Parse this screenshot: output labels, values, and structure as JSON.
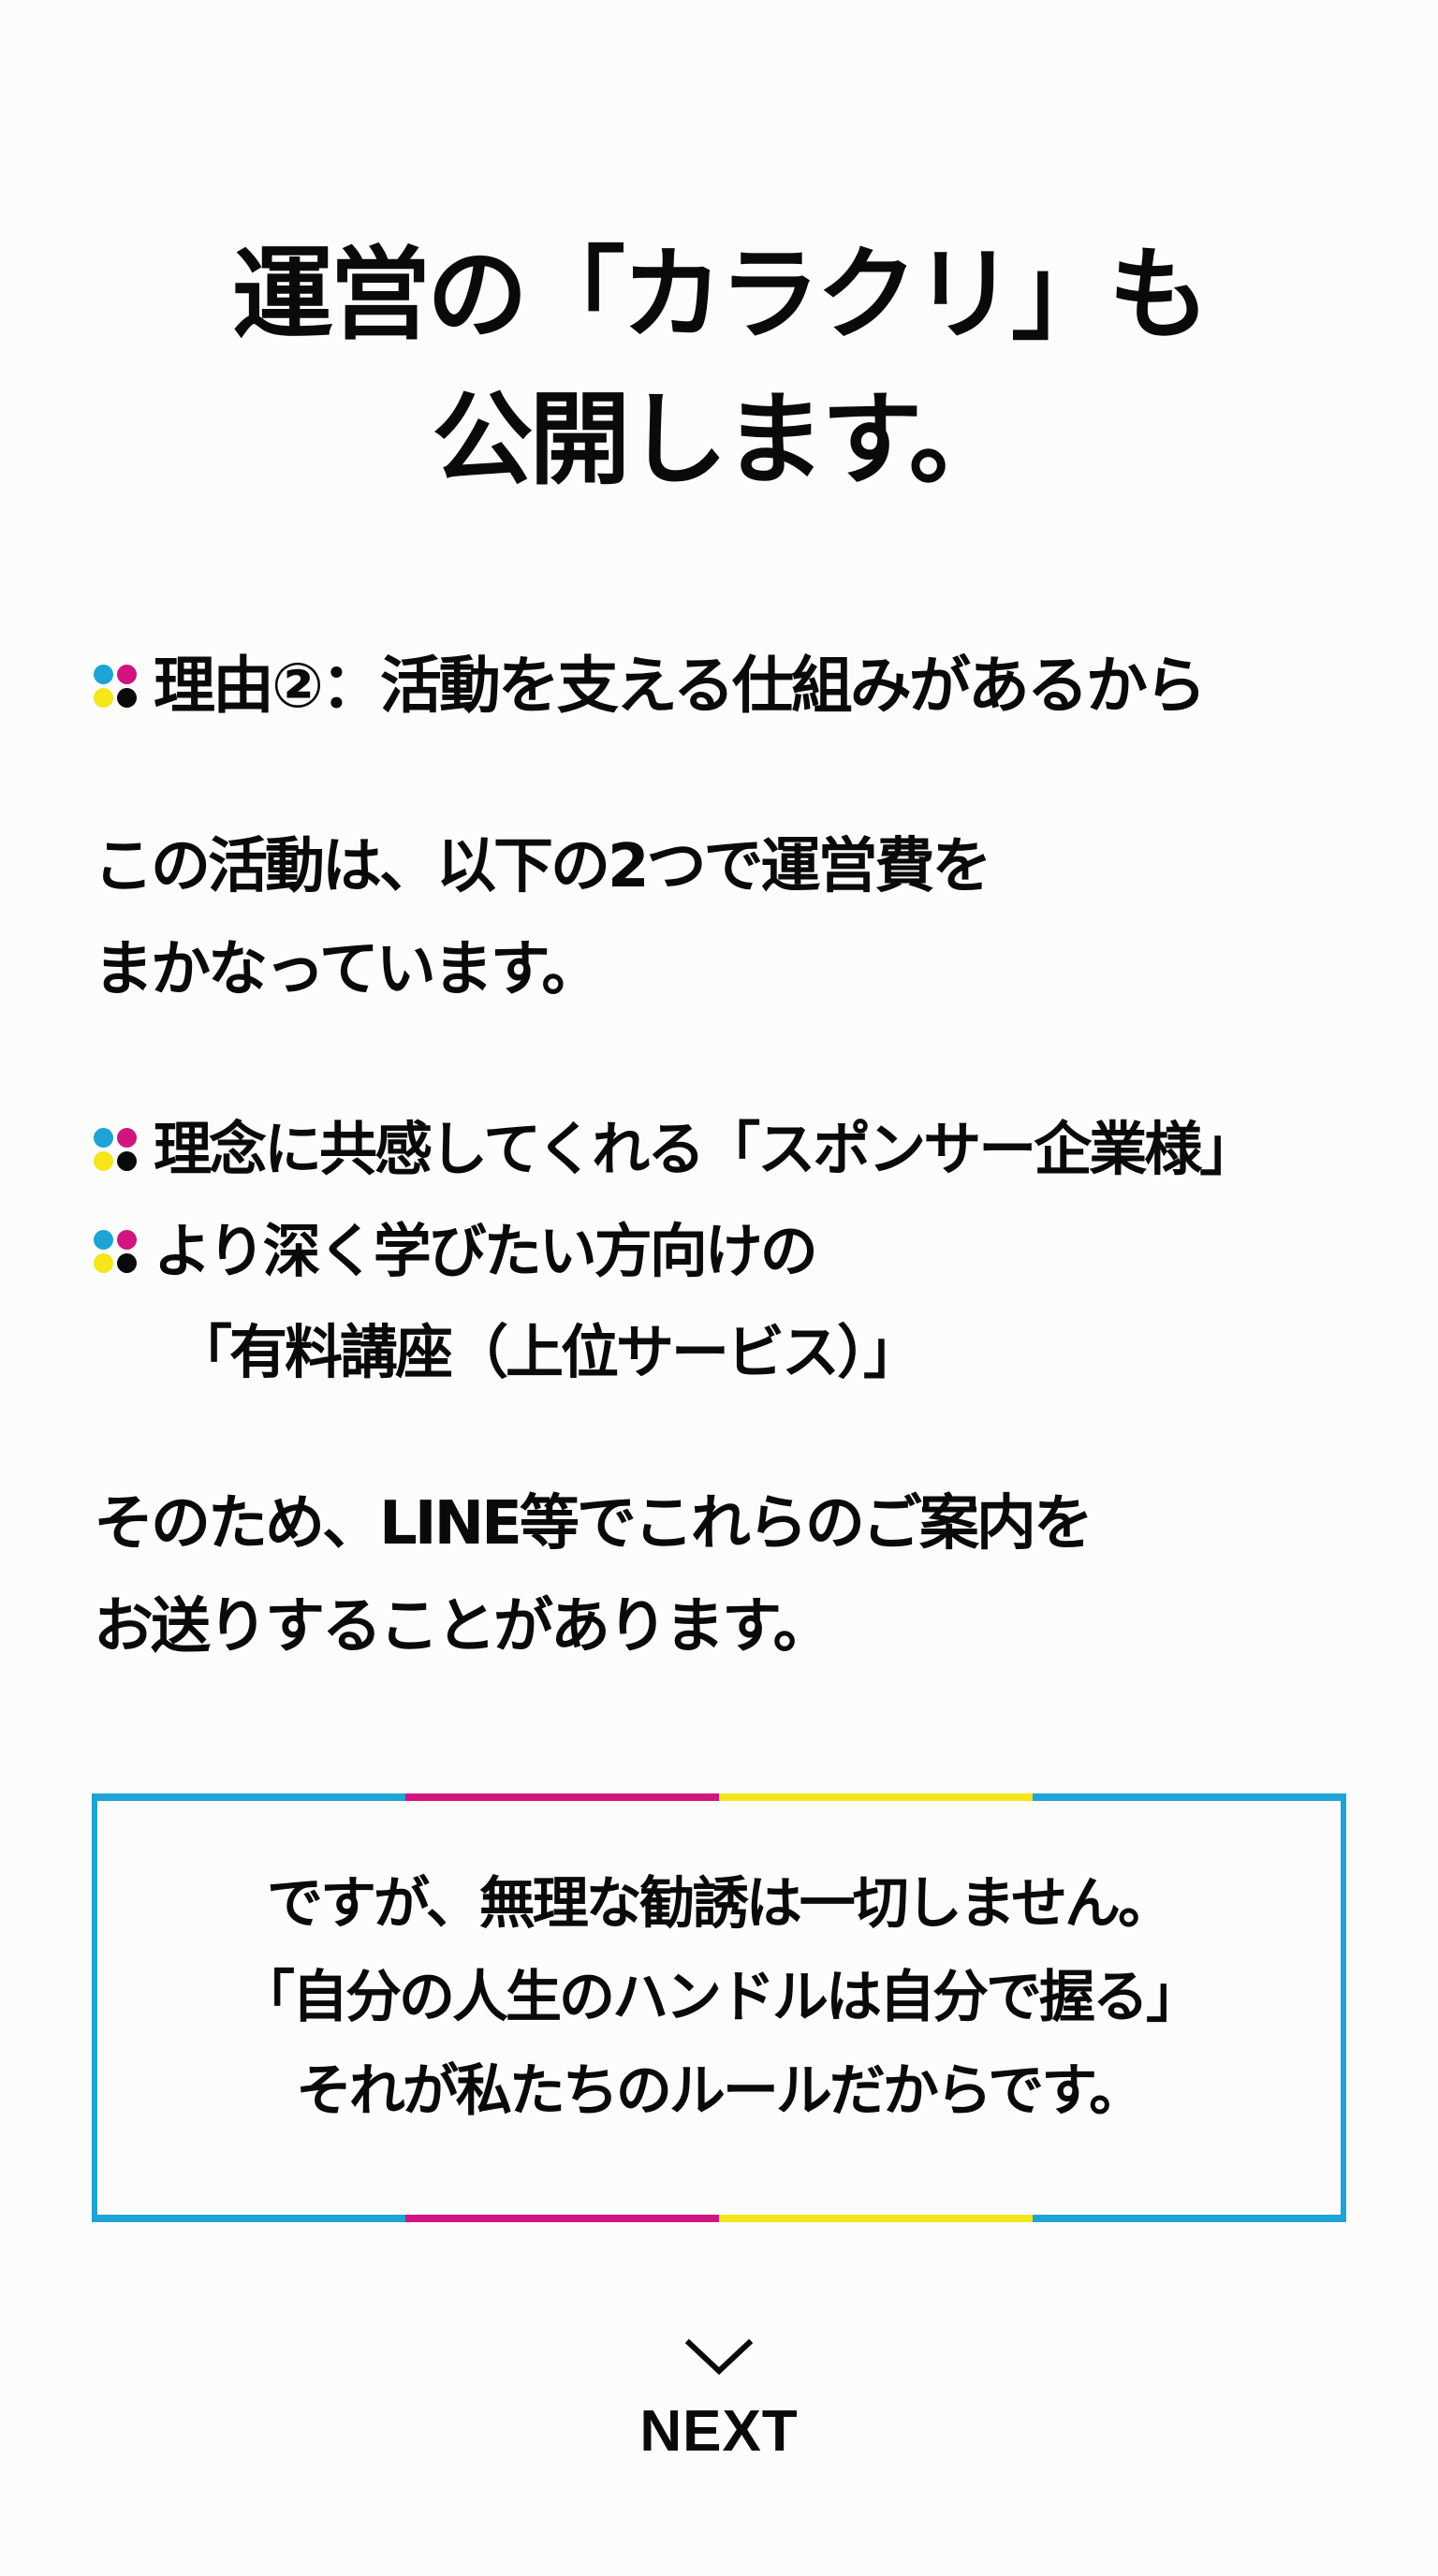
{
  "colors": {
    "background": "#fcfcfa",
    "text": "#0a0a0a",
    "cyan": "#1ea3d6",
    "magenta": "#d1147f",
    "yellow": "#f5e61a",
    "black": "#0a0a0a"
  },
  "title": {
    "line1": "運営の「カラクリ」も",
    "line2": "公開します。"
  },
  "heading": {
    "bullet_icon": "cmyk-dots-icon",
    "text": "理由②：活動を支える仕組みがあるから"
  },
  "paragraph1": {
    "line1": "この活動は、以下の2つで運営費を",
    "line2": "まかなっています。"
  },
  "funding_items": [
    {
      "bullet_icon": "cmyk-dots-icon",
      "line1": "理念に共感してくれる「スポンサー企業様」"
    },
    {
      "bullet_icon": "cmyk-dots-icon",
      "line1": "より深く学びたい方向けの",
      "line2": "「有料講座（上位サービス）」"
    }
  ],
  "paragraph2": {
    "line1": "そのため、LINE等でこれらのご案内を",
    "line2": "お送りすることがあります。"
  },
  "callout": {
    "line1": "ですが、無理な勧誘は一切しません。",
    "line2": "「自分の人生のハンドルは自分で握る」",
    "line3": "それが私たちのルールだからです。",
    "border_segments": [
      "#1ea3d6",
      "#d1147f",
      "#f5e61a",
      "#1ea3d6"
    ]
  },
  "next_button": {
    "icon": "chevron-down-icon",
    "label": "NEXT"
  }
}
